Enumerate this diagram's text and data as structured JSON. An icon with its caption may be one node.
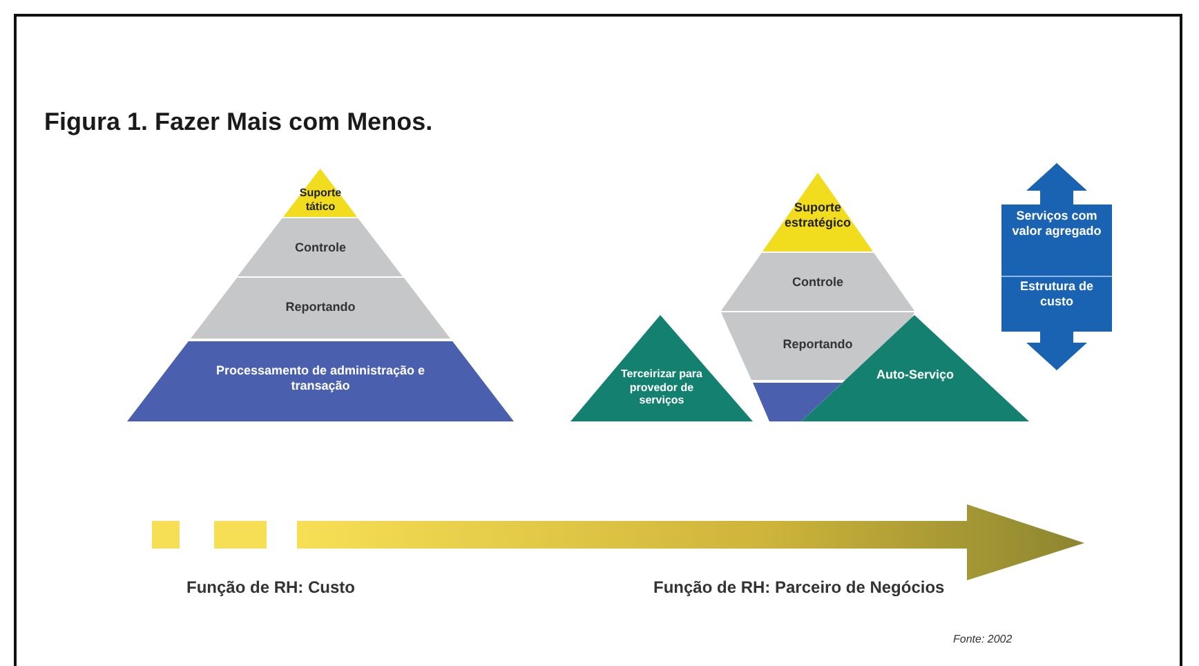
{
  "diagram": {
    "title": "Figura 1. Fazer Mais com Menos.",
    "nodes": [
      {
        "text": [
          "Suporte tático"
        ]
      },
      {
        "text": [
          "Controle"
        ]
      },
      {
        "text": [
          "Reportando"
        ]
      },
      {
        "text": [
          "Processamento de administração e transação"
        ]
      },
      {
        "text": [
          "Terceirizar para provedor de serviços"
        ]
      },
      {
        "text": [
          "Suporte estratégico"
        ]
      },
      {
        "text": [
          "Controle"
        ]
      },
      {
        "text": [
          "Reportando"
        ]
      },
      {
        "text": [],
        "shape": "trapezoid"
      },
      {
        "text": [
          "Auto-Serviço"
        ]
      },
      {
        "text": [
          "Serviços com valor agregado",
          "Estrutura de custo"
        ]
      }
    ],
    "edges": [],
    "labels": [
      "Função de RH: Custo",
      "Função de RH: Parceiro de Negócios",
      "Fonte: 2002"
    ]
  }
}
